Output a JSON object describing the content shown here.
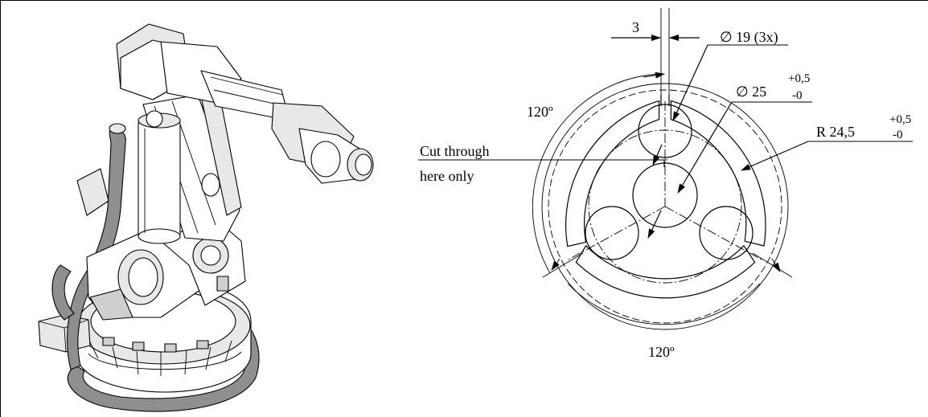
{
  "diagram": {
    "robot_illustration": {
      "type": "isometric robot line drawing",
      "colors": {
        "cable": "#8f8f8f",
        "outline": "#000000",
        "fill": "#ffffff"
      }
    },
    "dimension_labels": {
      "slot_width": "3",
      "hole_diameter": "∅ 19 (3x)",
      "center_diameter": "∅ 25",
      "center_tol_plus": "+0,5",
      "center_tol_minus": "-0",
      "radius": "R 24,5",
      "radius_tol_plus": "+0,5",
      "radius_tol_minus": "-0",
      "angle_left": "120º",
      "angle_bottom": "120º",
      "cut_note_line1": "Cut through",
      "cut_note_line2": "here only"
    }
  }
}
